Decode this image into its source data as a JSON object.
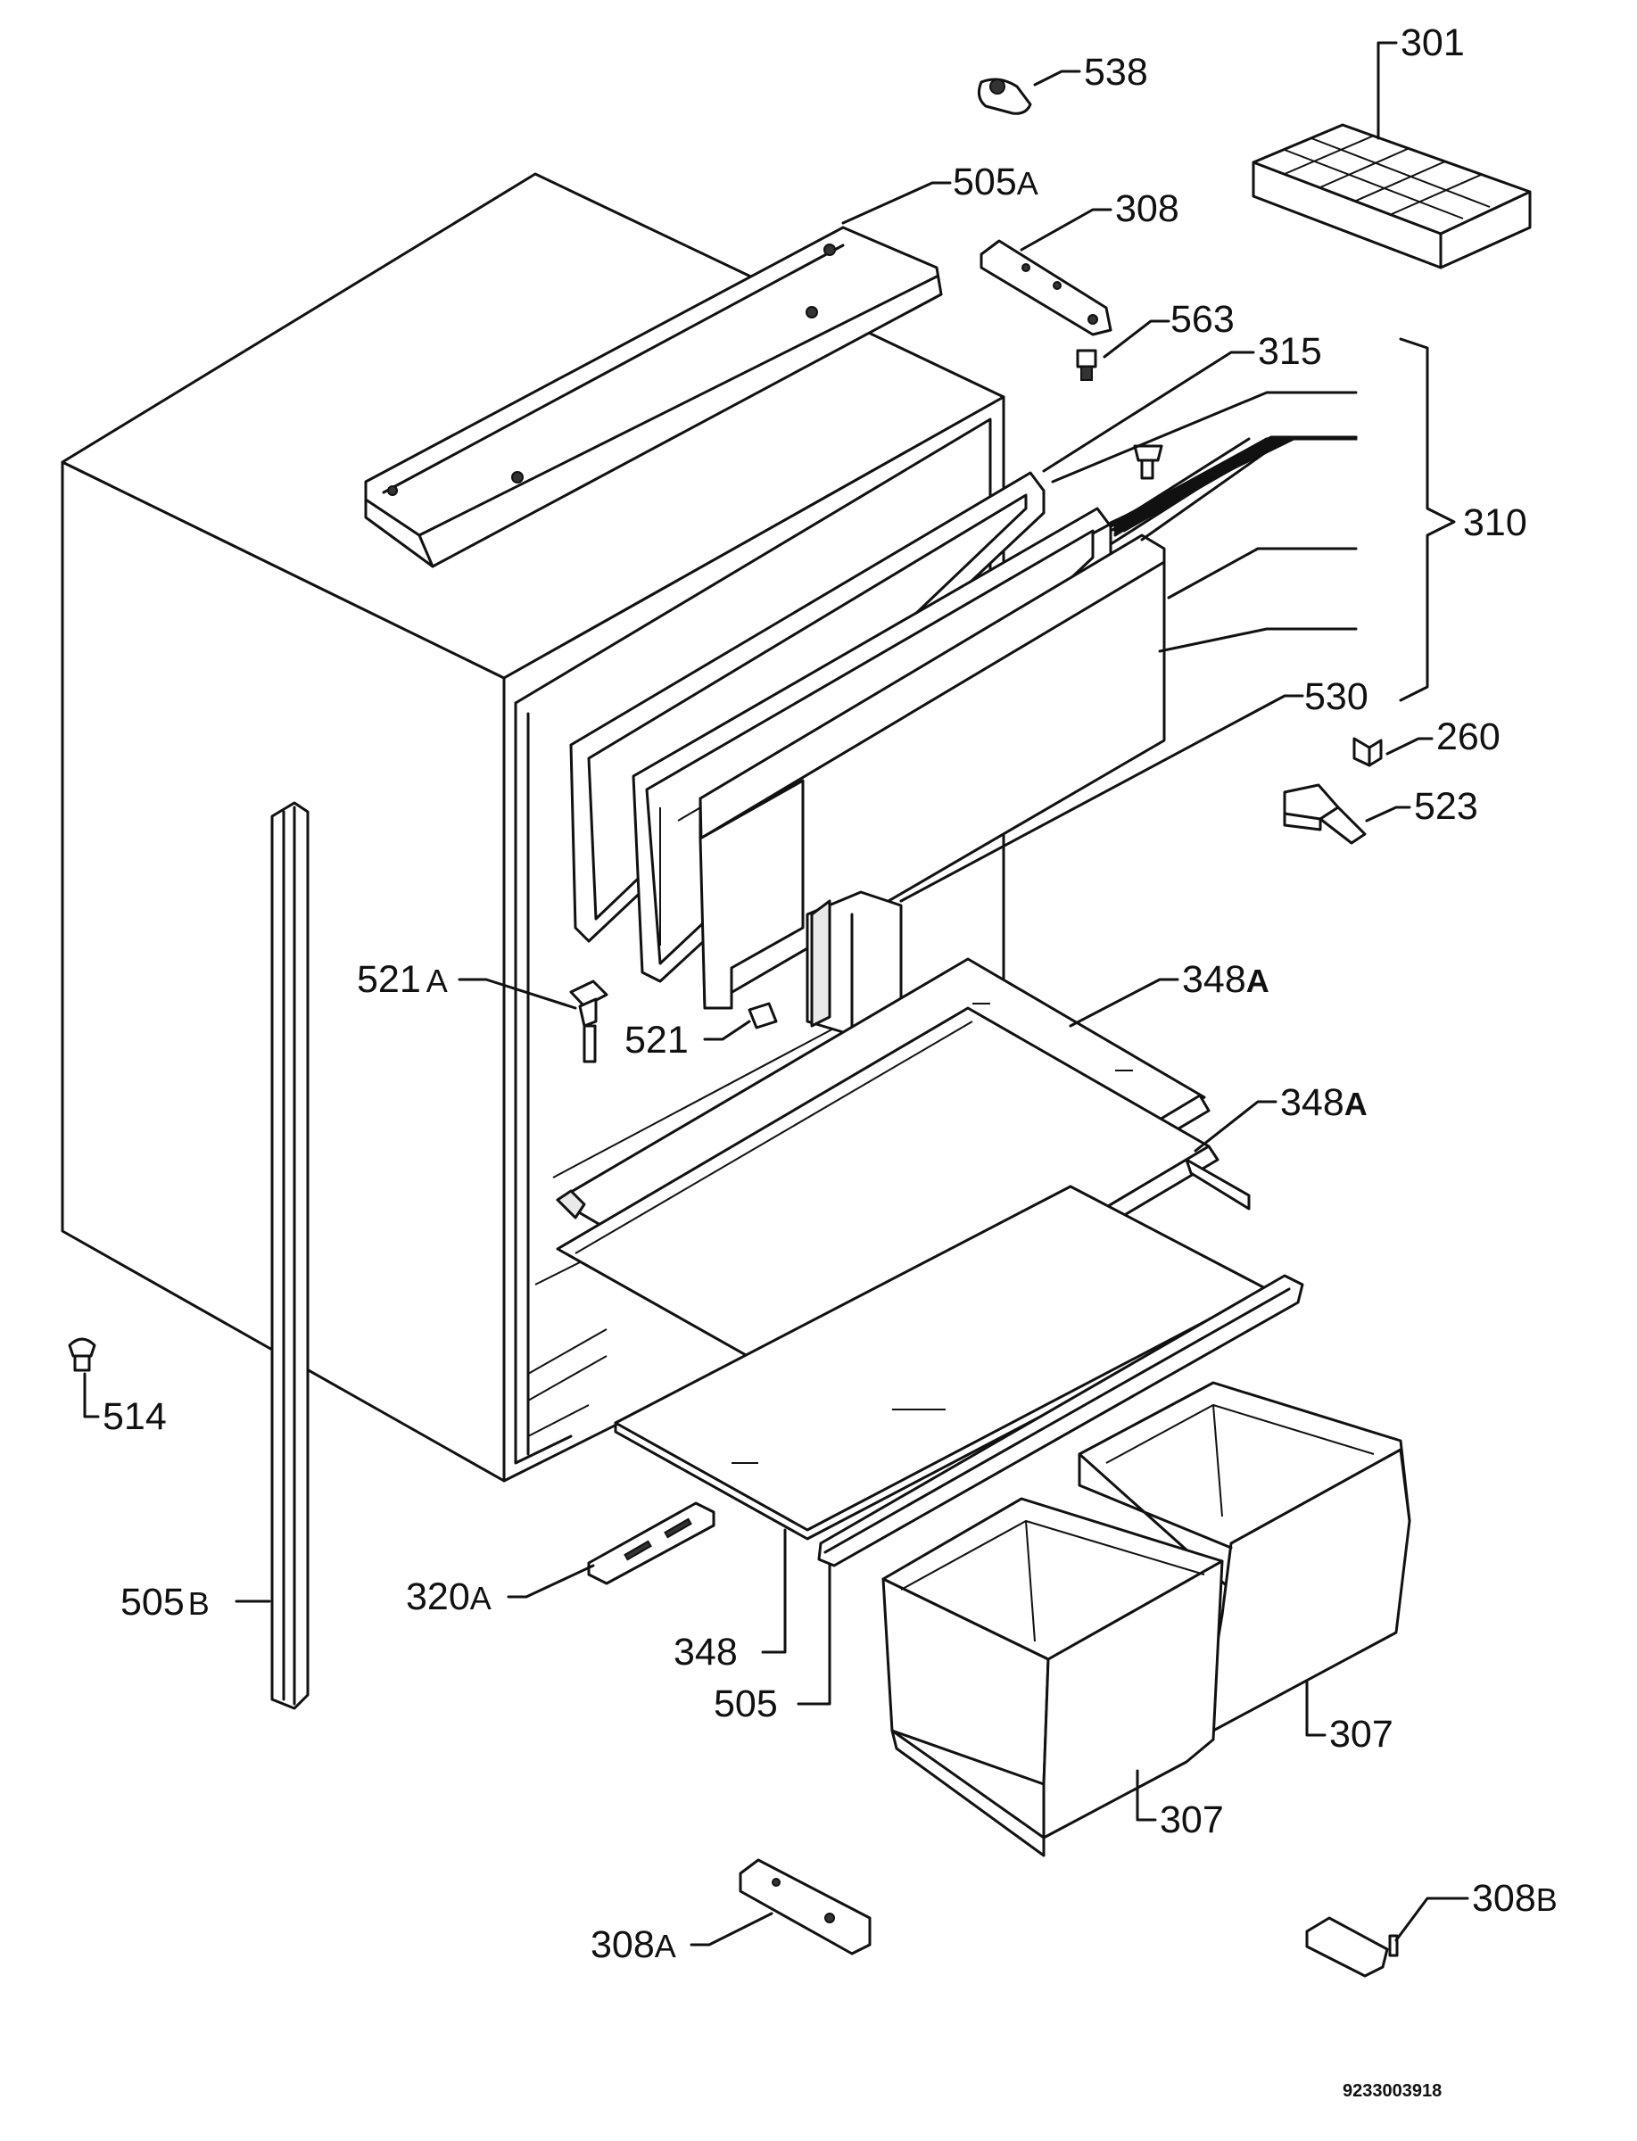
{
  "document_number": "9233003918",
  "callouts": {
    "c538": "538",
    "c301": "301",
    "c505A": "505",
    "c505A_suffix": "A",
    "c308": "308",
    "c563": "563",
    "c315": "315",
    "c310": "310",
    "c530": "530",
    "c260": "260",
    "c523": "523",
    "c348A_1": "348",
    "c348A_1_suffix": "A",
    "c348A_2": "348",
    "c348A_2_suffix": "A",
    "c521A": "521",
    "c521A_suffix": "A",
    "c521": "521",
    "c514": "514",
    "c505B": "505",
    "c505B_suffix": "B",
    "c320A": "320",
    "c320A_suffix": "A",
    "c348": "348",
    "c505": "505",
    "c307_right": "307",
    "c307_left": "307",
    "c308A": "308",
    "c308A_suffix": "A",
    "c308B": "308",
    "c308B_suffix": "B"
  }
}
